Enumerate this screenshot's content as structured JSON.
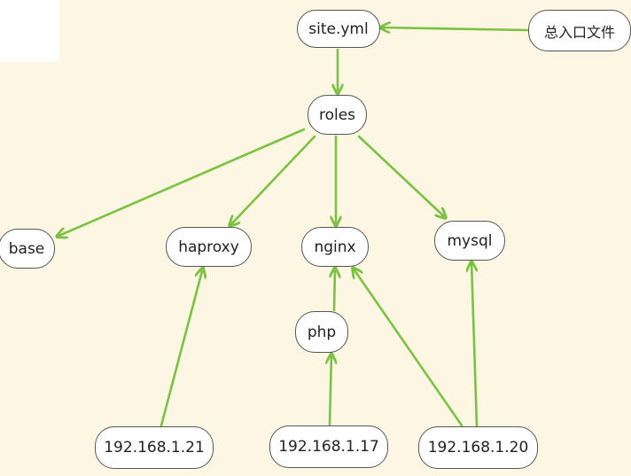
{
  "diagram": {
    "nodes": [
      {
        "id": "site",
        "label": "site.yml"
      },
      {
        "id": "entry",
        "label": "总入口文件"
      },
      {
        "id": "roles",
        "label": "roles"
      },
      {
        "id": "base",
        "label": "base"
      },
      {
        "id": "haproxy",
        "label": "haproxy"
      },
      {
        "id": "nginx",
        "label": "nginx"
      },
      {
        "id": "mysql",
        "label": "mysql"
      },
      {
        "id": "php",
        "label": "php"
      },
      {
        "id": "ip21",
        "label": "192.168.1.21"
      },
      {
        "id": "ip17",
        "label": "192.168.1.17"
      },
      {
        "id": "ip20",
        "label": "192.168.1.20"
      }
    ],
    "edges": [
      {
        "from": "entry",
        "to": "site"
      },
      {
        "from": "site",
        "to": "roles"
      },
      {
        "from": "roles",
        "to": "base"
      },
      {
        "from": "roles",
        "to": "haproxy"
      },
      {
        "from": "roles",
        "to": "nginx"
      },
      {
        "from": "roles",
        "to": "mysql"
      },
      {
        "from": "php",
        "to": "nginx"
      },
      {
        "from": "ip17",
        "to": "php"
      },
      {
        "from": "ip21",
        "to": "haproxy"
      },
      {
        "from": "ip20",
        "to": "nginx"
      },
      {
        "from": "ip20",
        "to": "mysql"
      }
    ],
    "colors": {
      "edge": "#7cc242",
      "node_border": "#555555",
      "node_fill": "#ffffff",
      "background": "#fdf6e3"
    }
  }
}
